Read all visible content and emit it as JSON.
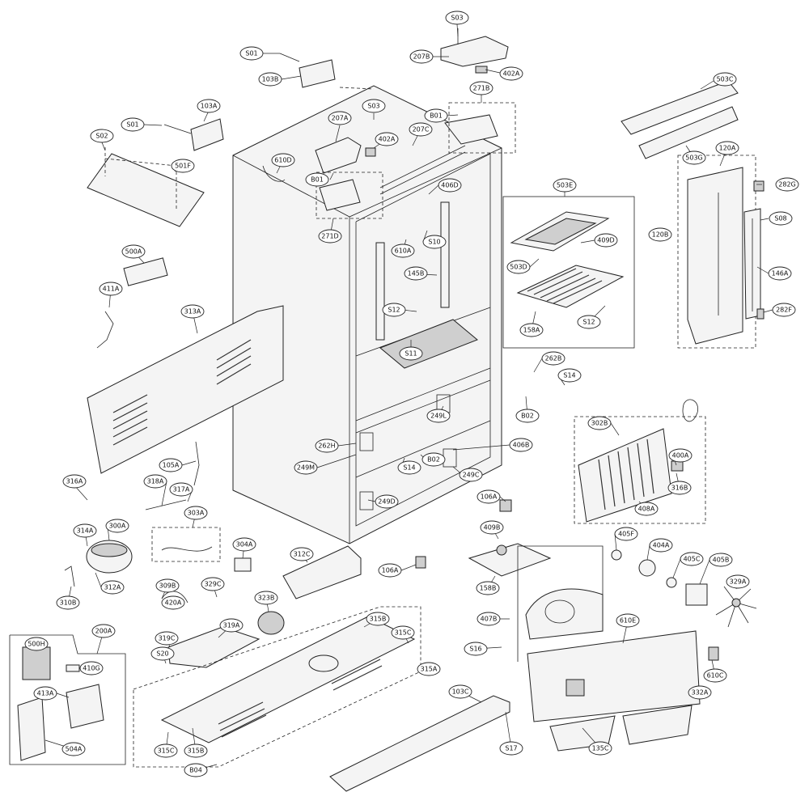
{
  "parts": [
    {
      "id": "c1",
      "label": "S03"
    },
    {
      "id": "c2",
      "label": "207B"
    },
    {
      "id": "c3",
      "label": "402A"
    },
    {
      "id": "c4",
      "label": "S01"
    },
    {
      "id": "c5",
      "label": "103B"
    },
    {
      "id": "c6",
      "label": "271B"
    },
    {
      "id": "c7",
      "label": "503C"
    },
    {
      "id": "c8",
      "label": "103A"
    },
    {
      "id": "c9",
      "label": "S03"
    },
    {
      "id": "c10",
      "label": "B01"
    },
    {
      "id": "c11",
      "label": "207A"
    },
    {
      "id": "c12",
      "label": "S01"
    },
    {
      "id": "c13",
      "label": "402A"
    },
    {
      "id": "c14",
      "label": "207C"
    },
    {
      "id": "c15",
      "label": "S02"
    },
    {
      "id": "c16",
      "label": "503G"
    },
    {
      "id": "c17",
      "label": "120A"
    },
    {
      "id": "c18",
      "label": "610D"
    },
    {
      "id": "c19",
      "label": "501F"
    },
    {
      "id": "c20",
      "label": "B01"
    },
    {
      "id": "c21",
      "label": "406D"
    },
    {
      "id": "c22",
      "label": "503E"
    },
    {
      "id": "c23",
      "label": "282G"
    },
    {
      "id": "c24",
      "label": "271D"
    },
    {
      "id": "c25",
      "label": "S08"
    },
    {
      "id": "c26",
      "label": "120B"
    },
    {
      "id": "c27",
      "label": "S10"
    },
    {
      "id": "c28",
      "label": "409D"
    },
    {
      "id": "c29",
      "label": "610A"
    },
    {
      "id": "c30",
      "label": "500A"
    },
    {
      "id": "c31",
      "label": "503D"
    },
    {
      "id": "c32",
      "label": "145B"
    },
    {
      "id": "c33",
      "label": "146A"
    },
    {
      "id": "c34",
      "label": "411A"
    },
    {
      "id": "c35",
      "label": "S12"
    },
    {
      "id": "c36",
      "label": "313A"
    },
    {
      "id": "c37",
      "label": "282F"
    },
    {
      "id": "c38",
      "label": "S12"
    },
    {
      "id": "c39",
      "label": "158A"
    },
    {
      "id": "c40",
      "label": "S11"
    },
    {
      "id": "c41",
      "label": "262B"
    },
    {
      "id": "c42",
      "label": "S14"
    },
    {
      "id": "c43",
      "label": "B02"
    },
    {
      "id": "c44",
      "label": "249L"
    },
    {
      "id": "c45",
      "label": "302B"
    },
    {
      "id": "c46",
      "label": "262H"
    },
    {
      "id": "c47",
      "label": "406B"
    },
    {
      "id": "c48",
      "label": "400A"
    },
    {
      "id": "c49",
      "label": "249M"
    },
    {
      "id": "c50",
      "label": "S14"
    },
    {
      "id": "c51",
      "label": "B02"
    },
    {
      "id": "c52",
      "label": "105A"
    },
    {
      "id": "c53",
      "label": "249C"
    },
    {
      "id": "c54",
      "label": "316B"
    },
    {
      "id": "c55",
      "label": "316A"
    },
    {
      "id": "c56",
      "label": "318A"
    },
    {
      "id": "c57",
      "label": "317A"
    },
    {
      "id": "c58",
      "label": "249D"
    },
    {
      "id": "c59",
      "label": "106A"
    },
    {
      "id": "c60",
      "label": "408A"
    },
    {
      "id": "c61",
      "label": "303A"
    },
    {
      "id": "c62",
      "label": "300A"
    },
    {
      "id": "c63",
      "label": "314A"
    },
    {
      "id": "c64",
      "label": "409B"
    },
    {
      "id": "c65",
      "label": "405F"
    },
    {
      "id": "c66",
      "label": "404A"
    },
    {
      "id": "c67",
      "label": "304A"
    },
    {
      "id": "c68",
      "label": "312C"
    },
    {
      "id": "c69",
      "label": "106A"
    },
    {
      "id": "c70",
      "label": "405C"
    },
    {
      "id": "c71",
      "label": "405B"
    },
    {
      "id": "c72",
      "label": "309B"
    },
    {
      "id": "c73",
      "label": "329C"
    },
    {
      "id": "c74",
      "label": "312A"
    },
    {
      "id": "c75",
      "label": "158B"
    },
    {
      "id": "c76",
      "label": "329A"
    },
    {
      "id": "c77",
      "label": "310B"
    },
    {
      "id": "c78",
      "label": "420A"
    },
    {
      "id": "c79",
      "label": "323B"
    },
    {
      "id": "c80",
      "label": "407B"
    },
    {
      "id": "c81",
      "label": "610E"
    },
    {
      "id": "c82",
      "label": "200A"
    },
    {
      "id": "c83",
      "label": "319A"
    },
    {
      "id": "c84",
      "label": "315B"
    },
    {
      "id": "c85",
      "label": "500H"
    },
    {
      "id": "c86",
      "label": "319C"
    },
    {
      "id": "c87",
      "label": "315C"
    },
    {
      "id": "c88",
      "label": "S20"
    },
    {
      "id": "c89",
      "label": "S16"
    },
    {
      "id": "c90",
      "label": "410G"
    },
    {
      "id": "c91",
      "label": "315A"
    },
    {
      "id": "c92",
      "label": "610C"
    },
    {
      "id": "c93",
      "label": "103C"
    },
    {
      "id": "c94",
      "label": "413A"
    },
    {
      "id": "c95",
      "label": "332A"
    },
    {
      "id": "c96",
      "label": "504A"
    },
    {
      "id": "c97",
      "label": "315C"
    },
    {
      "id": "c98",
      "label": "315B"
    },
    {
      "id": "c99",
      "label": "135C"
    },
    {
      "id": "c100",
      "label": "S17"
    },
    {
      "id": "c101",
      "label": "B04"
    }
  ]
}
